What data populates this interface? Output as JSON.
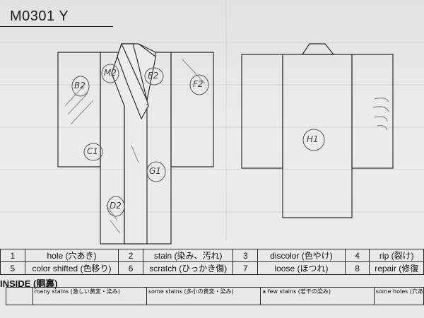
{
  "title": "M0301  Y",
  "front_marks": [
    "B2",
    "M2",
    "E2",
    "F2",
    "C1",
    "G1",
    "D2"
  ],
  "back_marks": [
    "H1"
  ],
  "legend": [
    [
      {
        "num": "1",
        "label": "hole (穴あき)"
      },
      {
        "num": "2",
        "label": "stain (染み、汚れ)"
      },
      {
        "num": "3",
        "label": "discolor (色やけ)"
      },
      {
        "num": "4",
        "label": "rip (裂け)"
      }
    ],
    [
      {
        "num": "5",
        "label": "color shifted (色移り)"
      },
      {
        "num": "6",
        "label": "scratch (ひっかき傷)"
      },
      {
        "num": "7",
        "label": "loose (ほつれ)"
      },
      {
        "num": "8",
        "label": "repair (修復"
      }
    ]
  ],
  "inside": {
    "heading": "INSIDE (胴裏)",
    "cells": [
      "many stains (激しい黄変・染み)",
      "some stains (多小の黄変・染み)",
      "a few stains (若干の染み)",
      "some holes (穴あ"
    ]
  }
}
